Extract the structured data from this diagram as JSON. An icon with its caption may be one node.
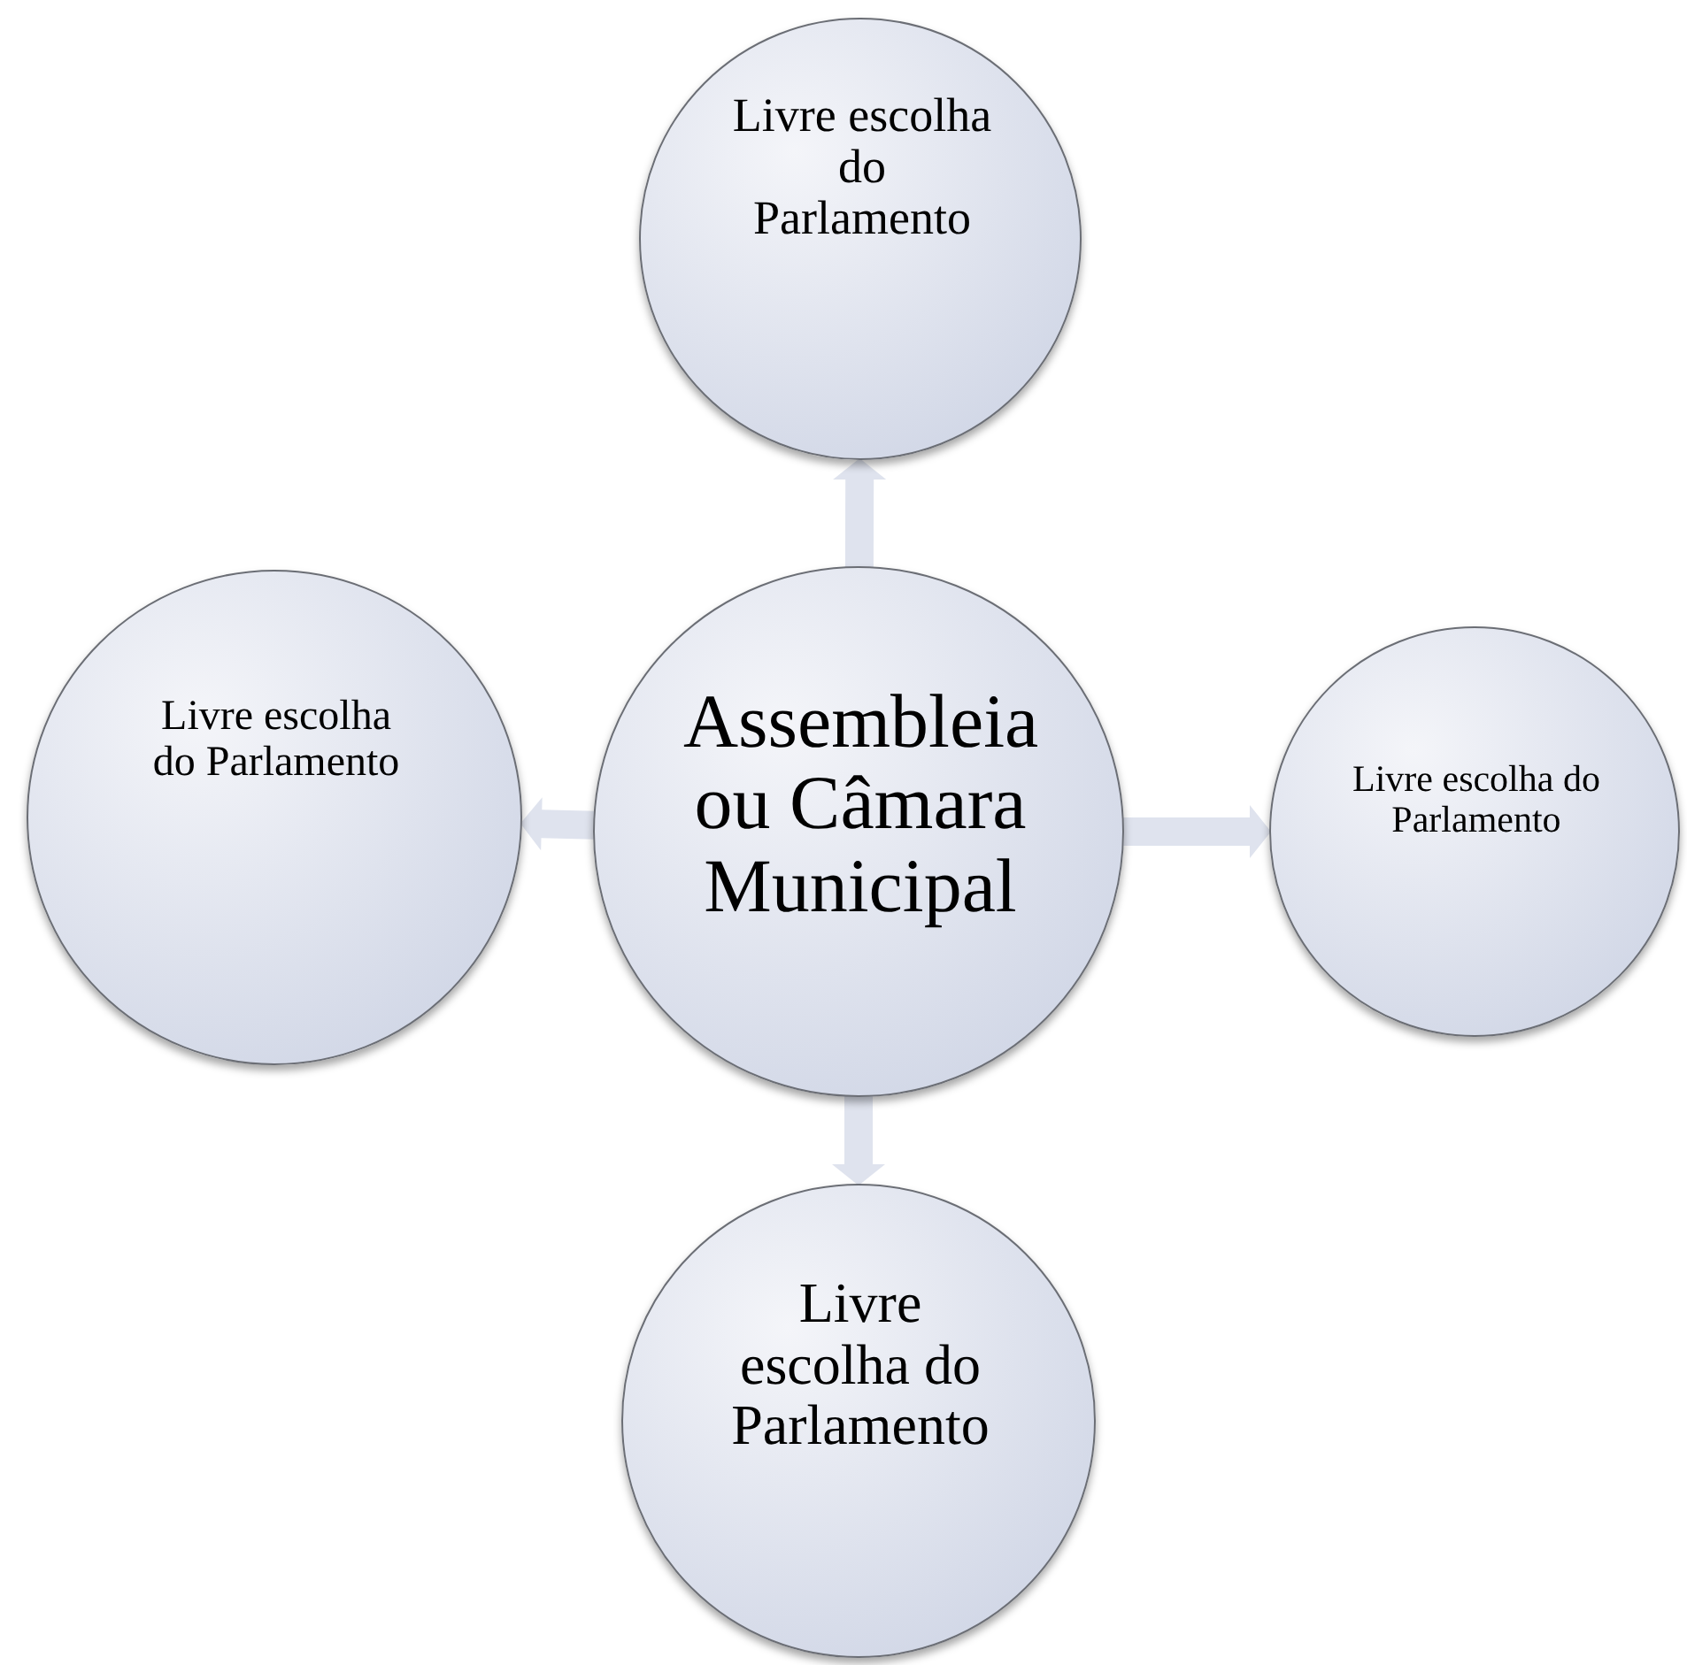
{
  "diagram": {
    "nodes": [
      {
        "text": [
          "Assembleia ou Câmara Municipal"
        ]
      },
      {
        "text": [
          "Livre escolha do Parlamento"
        ]
      },
      {
        "text": [
          "Livre escolha do Parlamento"
        ]
      },
      {
        "text": [
          "Livre escolha do Parlamento"
        ]
      },
      {
        "text": [
          "Livre escolha do Parlamento"
        ]
      }
    ],
    "edges": [
      {
        "from": 0,
        "to": 1,
        "arrow": "to"
      },
      {
        "from": 0,
        "to": 2,
        "arrow": "to"
      },
      {
        "from": 0,
        "to": 3,
        "arrow": "to"
      },
      {
        "from": 0,
        "to": 4,
        "arrow": "to"
      }
    ]
  }
}
